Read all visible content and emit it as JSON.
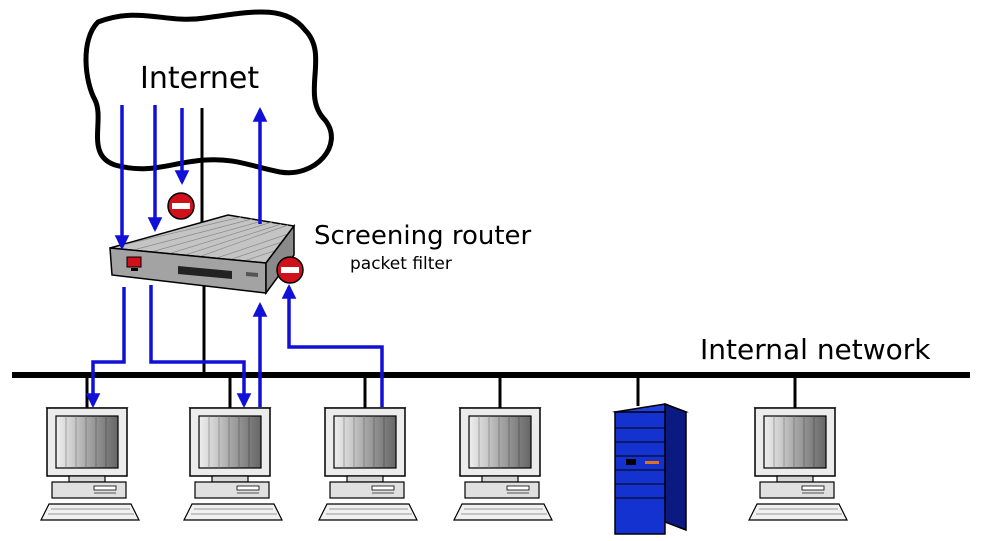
{
  "internet": {
    "label": "Internet"
  },
  "router": {
    "label": "Screening router",
    "sublabel": "packet filter"
  },
  "network": {
    "label": "Internal network"
  },
  "hosts": [
    {
      "kind": "workstation"
    },
    {
      "kind": "workstation"
    },
    {
      "kind": "workstation"
    },
    {
      "kind": "workstation"
    },
    {
      "kind": "server"
    },
    {
      "kind": "workstation"
    }
  ],
  "colors": {
    "flow": "#1010d8",
    "server": "#1432d0",
    "block": "#d0101a",
    "line": "#000000",
    "router_body": "#b5b5b5"
  },
  "icons": {
    "blocked": "no-entry-icon",
    "workstation": "desktop-computer-icon",
    "server": "tower-server-icon",
    "router": "router-icon",
    "cloud": "cloud-icon"
  }
}
